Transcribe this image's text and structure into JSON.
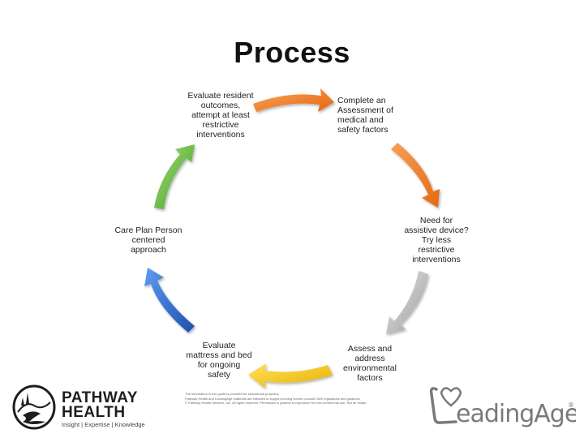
{
  "slide": {
    "title": "Process"
  },
  "steps": [
    {
      "text": "Evaluate resident\noutcomes,\nattempt at least\nrestrictive\ninterventions",
      "color": "#6bbf45"
    },
    {
      "text": "Complete an\nAssessment of\nmedical and\nsafety factors",
      "color": "#f07a1c"
    },
    {
      "text": "Need for\nassistive device?\nTry less\nrestrictive\ninterventions",
      "color": "#f08a2a"
    },
    {
      "text": "Assess and\naddress\nenvironmental\nfactors",
      "color": "#bdbdbd"
    },
    {
      "text": "Evaluate\nmattress and bed\nfor ongoing\nsafety",
      "color": "#f5c518"
    },
    {
      "text": "Care Plan Person\ncentered\napproach",
      "color": "#2f6fd0"
    }
  ],
  "footer": {
    "lines": [
      "The information in this guide is provided for educational purposes",
      "Pathway Health and LeadingAge materials are intended to support nursing homes; consult CMS regulations and guidance",
      "© Pathway Health Services, Inc. All rights reserved. Permission is granted to reproduce for non-commercial use. Not for resale."
    ]
  },
  "logos": {
    "left_name_1": "PATHWAY",
    "left_name_2": "HEALTH",
    "left_tagline": "Insight | Expertise | Knowledge",
    "right_name": "LeadingAge",
    "right_mark": "®"
  }
}
